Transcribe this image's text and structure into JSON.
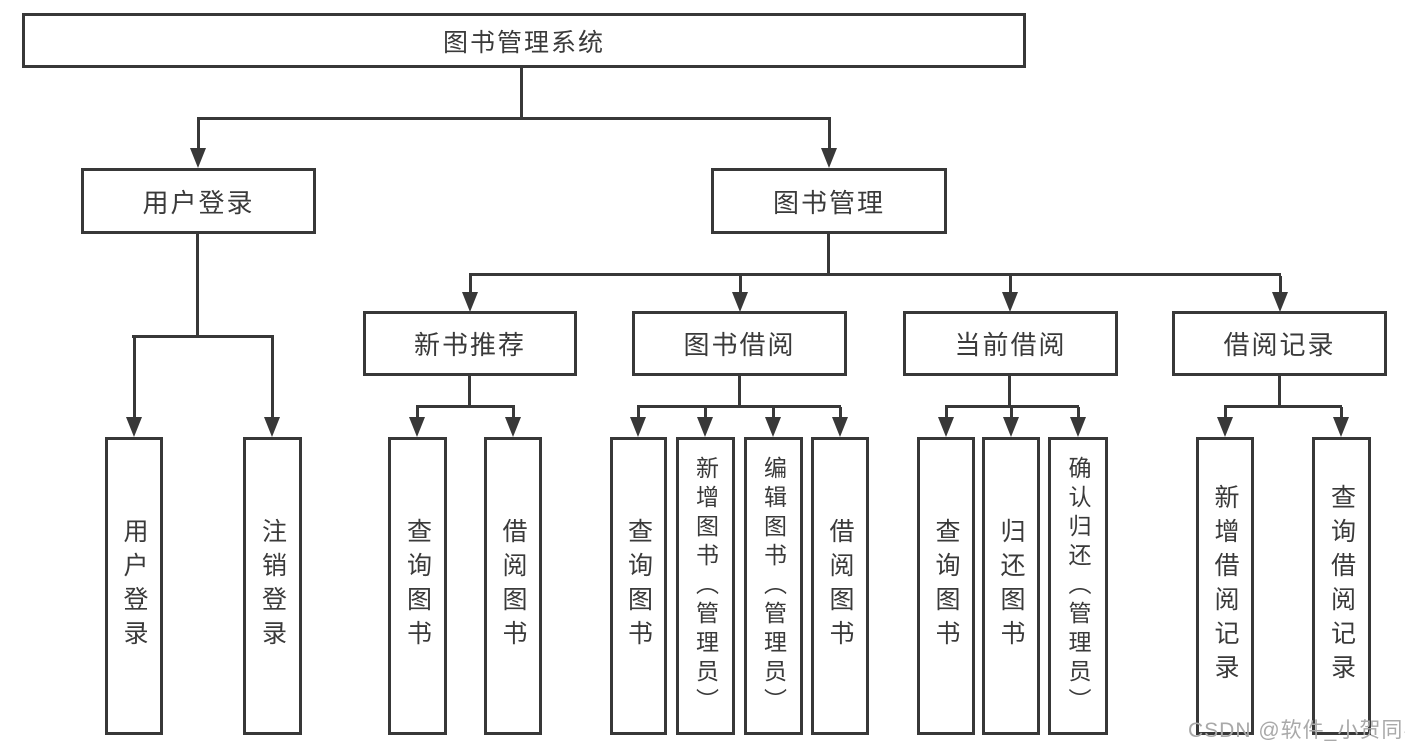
{
  "colors": {
    "line": "#383838",
    "text": "#3a3a3a",
    "background": "#ffffff",
    "watermark": "#a9a9a9"
  },
  "watermark": "CSDN @软件_小贺同学",
  "tree": {
    "root": "图书管理系统",
    "branches": [
      {
        "label": "用户登录",
        "children": [
          {
            "label": "用户登录"
          },
          {
            "label": "注销登录"
          }
        ]
      },
      {
        "label": "图书管理",
        "children": [
          {
            "label": "新书推荐",
            "children": [
              {
                "label": "查询图书"
              },
              {
                "label": "借阅图书"
              }
            ]
          },
          {
            "label": "图书借阅",
            "children": [
              {
                "label": "查询图书"
              },
              {
                "label": "新增图书（管理员）"
              },
              {
                "label": "编辑图书（管理员）"
              },
              {
                "label": "借阅图书"
              }
            ]
          },
          {
            "label": "当前借阅",
            "children": [
              {
                "label": "查询图书"
              },
              {
                "label": "归还图书"
              },
              {
                "label": "确认归还（管理员）"
              }
            ]
          },
          {
            "label": "借阅记录",
            "children": [
              {
                "label": "新增借阅记录"
              },
              {
                "label": "查询借阅记录"
              }
            ]
          }
        ]
      }
    ]
  }
}
